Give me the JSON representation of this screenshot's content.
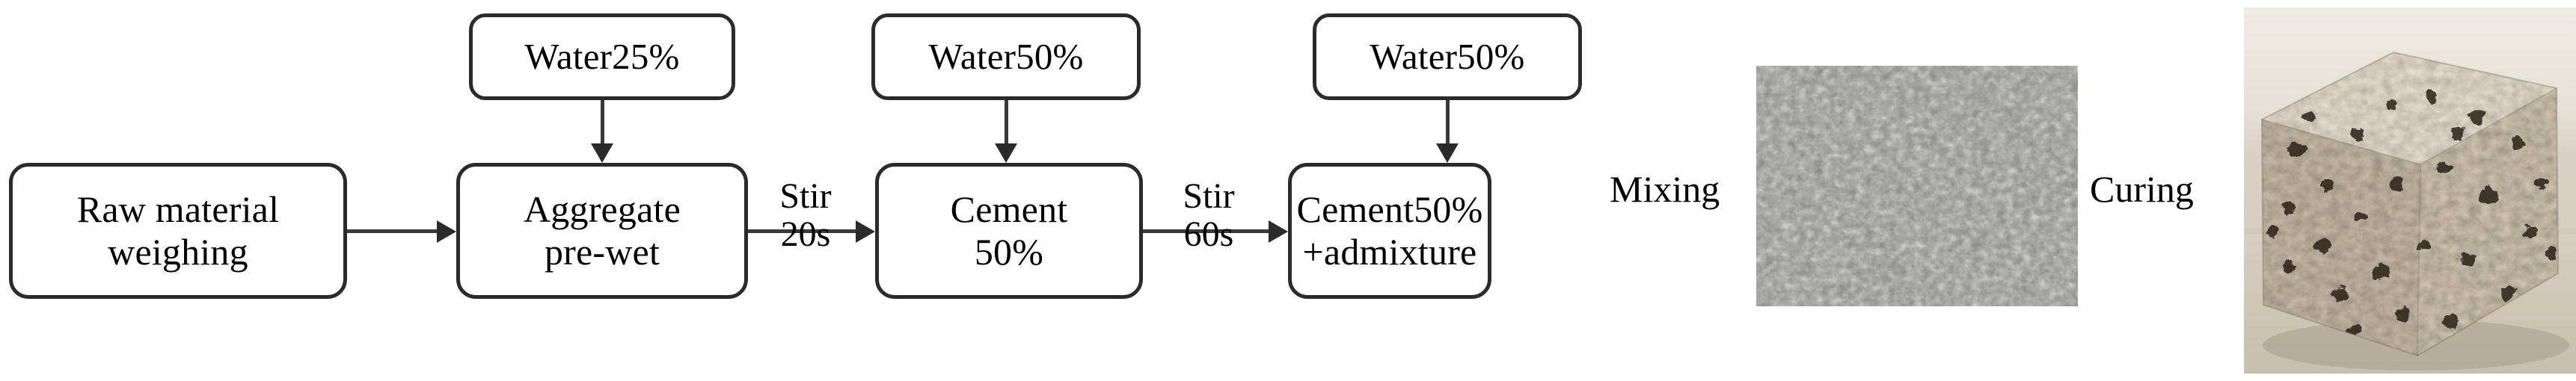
{
  "figure": {
    "kind": "process-flow-diagram",
    "subject": "pervious concrete mixing and curing procedure"
  },
  "flow": {
    "boxes": [
      {
        "id": "raw-material-weighing",
        "label": "Raw material\nweighing"
      },
      {
        "id": "aggregate-pre-wet",
        "label": "Aggregate\npre-wet"
      },
      {
        "id": "cement-50",
        "label": "Cement\n50%"
      },
      {
        "id": "cement-50-admixture",
        "label": "Cement50%\n+admixture"
      }
    ],
    "inputs": [
      {
        "id": "water-25",
        "label": "Water25%",
        "target": "aggregate-pre-wet"
      },
      {
        "id": "water-50-a",
        "label": "Water50%",
        "target": "cement-50"
      },
      {
        "id": "water-50-b",
        "label": "Water50%",
        "target": "cement-50-admixture"
      }
    ],
    "transitions": [
      {
        "id": "stir-20s",
        "label": "Stir\n20s",
        "from": "aggregate-pre-wet",
        "to": "cement-50"
      },
      {
        "id": "stir-60s",
        "label": "Stir\n60s",
        "from": "cement-50",
        "to": "cement-50-admixture"
      }
    ]
  },
  "stages": {
    "mixing_label": "Mixing",
    "curing_label": "Curing"
  },
  "photos": [
    {
      "id": "mixed-aggregate-photo",
      "caption": "Mixing",
      "description": "grayscale close-up of coated coarse aggregate"
    },
    {
      "id": "cured-specimen-photo",
      "caption": "Curing",
      "description": "tan pervious concrete cube specimen on bench"
    }
  ],
  "colors": {
    "box_border": "#2b2b2b",
    "connector": "#3a3a3a",
    "text": "#000000",
    "background": "#ffffff"
  }
}
